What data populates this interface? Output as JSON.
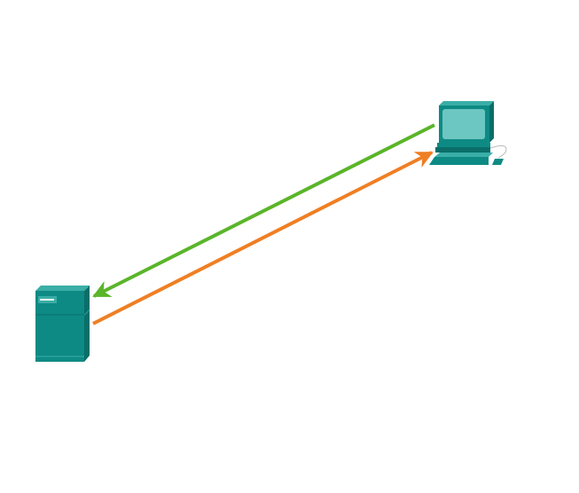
{
  "devices": [
    {
      "id": "pc",
      "icon": "desktop-computer-icon"
    },
    {
      "id": "server",
      "icon": "server-tower-icon"
    }
  ],
  "flows": [
    {
      "from": "pc",
      "to": "server",
      "color": "#5ab52a"
    },
    {
      "from": "server",
      "to": "pc",
      "color": "#ef7f24"
    }
  ],
  "colors": {
    "device": "#0e8a84",
    "device_dark": "#0a6e69",
    "device_light": "#3aaea7",
    "screen": "#6cc6c1"
  }
}
